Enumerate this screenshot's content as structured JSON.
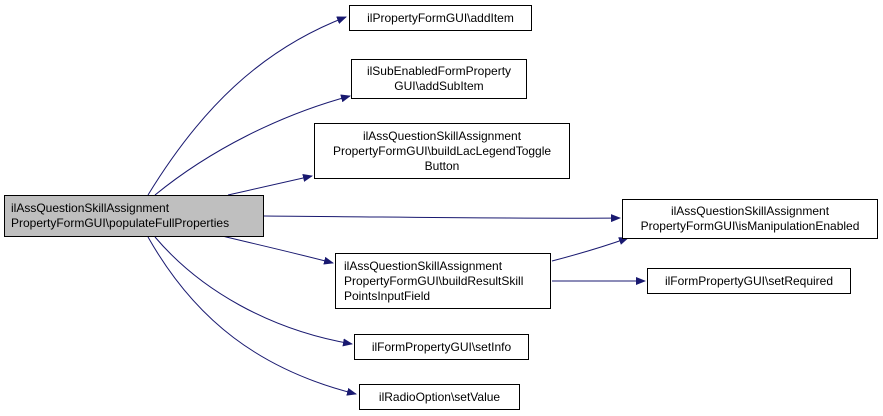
{
  "colors": {
    "edge": "#191970",
    "root_fill": "#bfbfbf",
    "node_fill": "#ffffff",
    "border": "#000000"
  },
  "nodes": {
    "root": {
      "lines": [
        "ilAssQuestionSkillAssignment",
        "PropertyFormGUI\\populateFullProperties"
      ]
    },
    "add_item": {
      "lines": [
        "ilPropertyFormGUI\\addItem"
      ]
    },
    "add_sub_item": {
      "lines": [
        "ilSubEnabledFormProperty",
        "GUI\\addSubItem"
      ]
    },
    "build_lac": {
      "lines": [
        "ilAssQuestionSkillAssignment",
        "PropertyFormGUI\\buildLacLegendToggle",
        "Button"
      ]
    },
    "is_manip": {
      "lines": [
        "ilAssQuestionSkillAssignment",
        "PropertyFormGUI\\isManipulationEnabled"
      ]
    },
    "build_result": {
      "lines": [
        "ilAssQuestionSkillAssignment",
        "PropertyFormGUI\\buildResultSkill",
        "PointsInputField"
      ]
    },
    "set_required": {
      "lines": [
        "ilFormPropertyGUI\\setRequired"
      ]
    },
    "set_info": {
      "lines": [
        "ilFormPropertyGUI\\setInfo"
      ]
    },
    "set_value": {
      "lines": [
        "ilRadioOption\\setValue"
      ]
    }
  }
}
